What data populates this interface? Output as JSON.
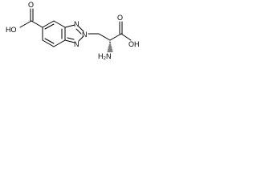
{
  "molecule": {
    "atoms": {
      "left_hydroxyl": "HO",
      "left_carbonyl_oxygen": "O",
      "triazole_n2": "N",
      "triazole_n1": "N",
      "triazole_n3": "N",
      "right_carbonyl_oxygen": "O",
      "right_hydroxyl": "OH",
      "amine": "H₂N"
    },
    "colors": {
      "stroke": "#000000",
      "background": "#ffffff"
    }
  }
}
